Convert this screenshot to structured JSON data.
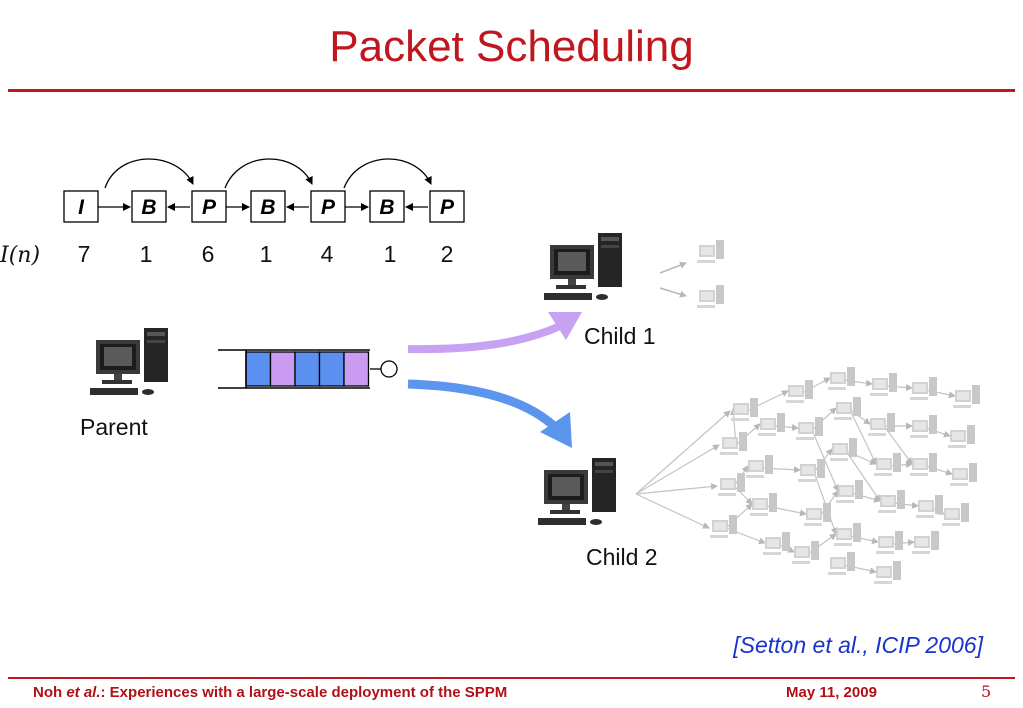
{
  "slide": {
    "title": "Packet Scheduling",
    "citation": "[Setton et al., ICIP 2006]",
    "page_number": "5"
  },
  "footer": {
    "author_prefix": "Noh ",
    "author_etal": "et al.",
    "talk_title": ": Experiences with a large-scale deployment of the SPPM",
    "date": "May 11, 2009"
  },
  "gop": {
    "importance_label": "I(n)",
    "frames": [
      {
        "type": "I",
        "importance": "7"
      },
      {
        "type": "B",
        "importance": "1"
      },
      {
        "type": "P",
        "importance": "6"
      },
      {
        "type": "B",
        "importance": "1"
      },
      {
        "type": "P",
        "importance": "4"
      },
      {
        "type": "B",
        "importance": "1"
      },
      {
        "type": "P",
        "importance": "2"
      }
    ]
  },
  "nodes": {
    "parent": "Parent",
    "child1": "Child 1",
    "child2": "Child 2"
  },
  "queue": {
    "packets": [
      "blue",
      "purple",
      "blue",
      "blue",
      "purple"
    ]
  },
  "colors": {
    "accent": "#c0161d",
    "packet_blue": "#5b8ff0",
    "packet_purple": "#c99cf2",
    "arrow_child1": "#c7a2f2",
    "arrow_child2": "#5b95ee",
    "citation": "#1a33cc",
    "faded_peer": "#d4d4d4"
  }
}
